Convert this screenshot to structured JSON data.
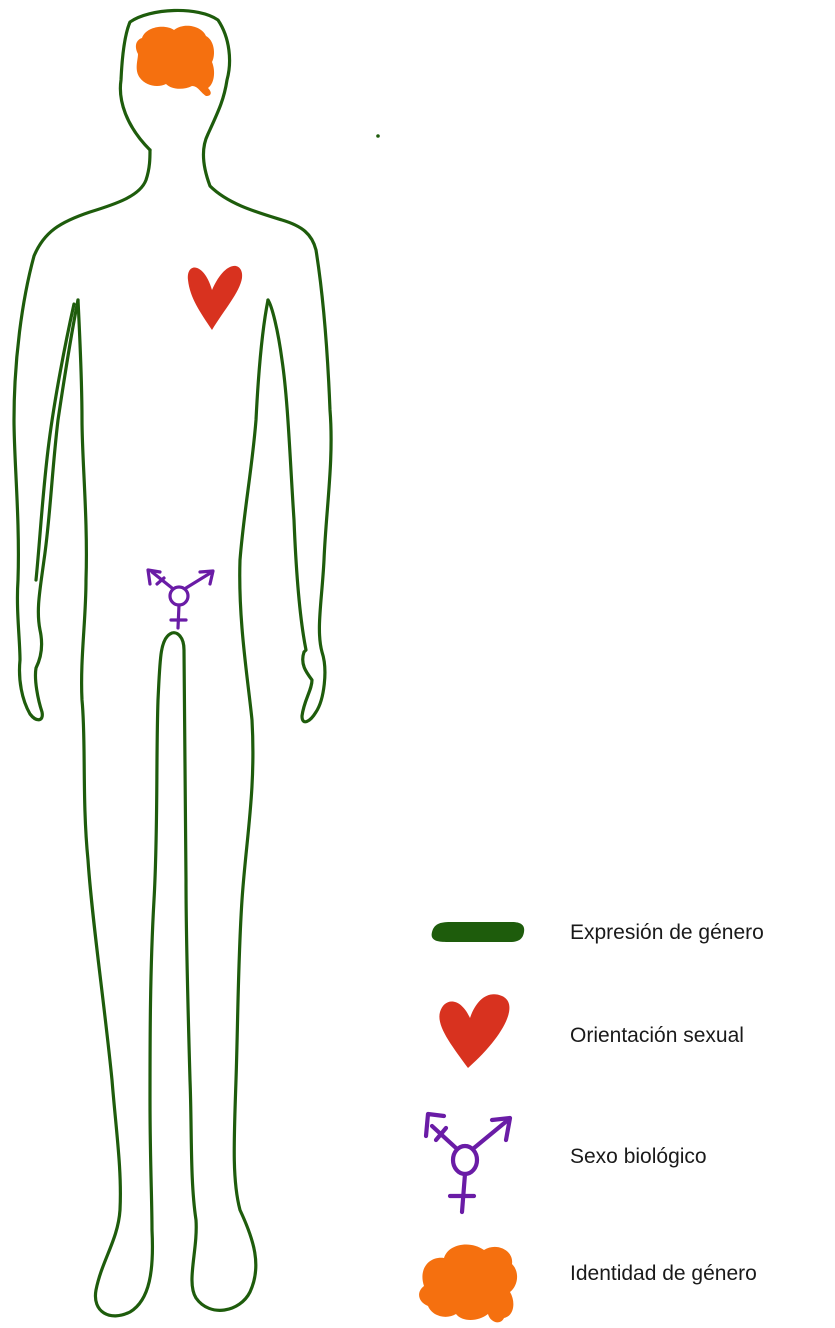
{
  "colors": {
    "expression": "#1e5c0c",
    "orientation": "#d8321f",
    "sex": "#6a1ca6",
    "identity": "#f5700f"
  },
  "legend": {
    "items": [
      {
        "key": "expression",
        "label": "Expresión de género",
        "icon": "green-bar-icon"
      },
      {
        "key": "orientation",
        "label": "Orientación sexual",
        "icon": "heart-icon"
      },
      {
        "key": "sex",
        "label": "Sexo biológico",
        "icon": "transgender-symbol-icon"
      },
      {
        "key": "identity",
        "label": "Identidad de género",
        "icon": "brain-icon"
      }
    ]
  }
}
